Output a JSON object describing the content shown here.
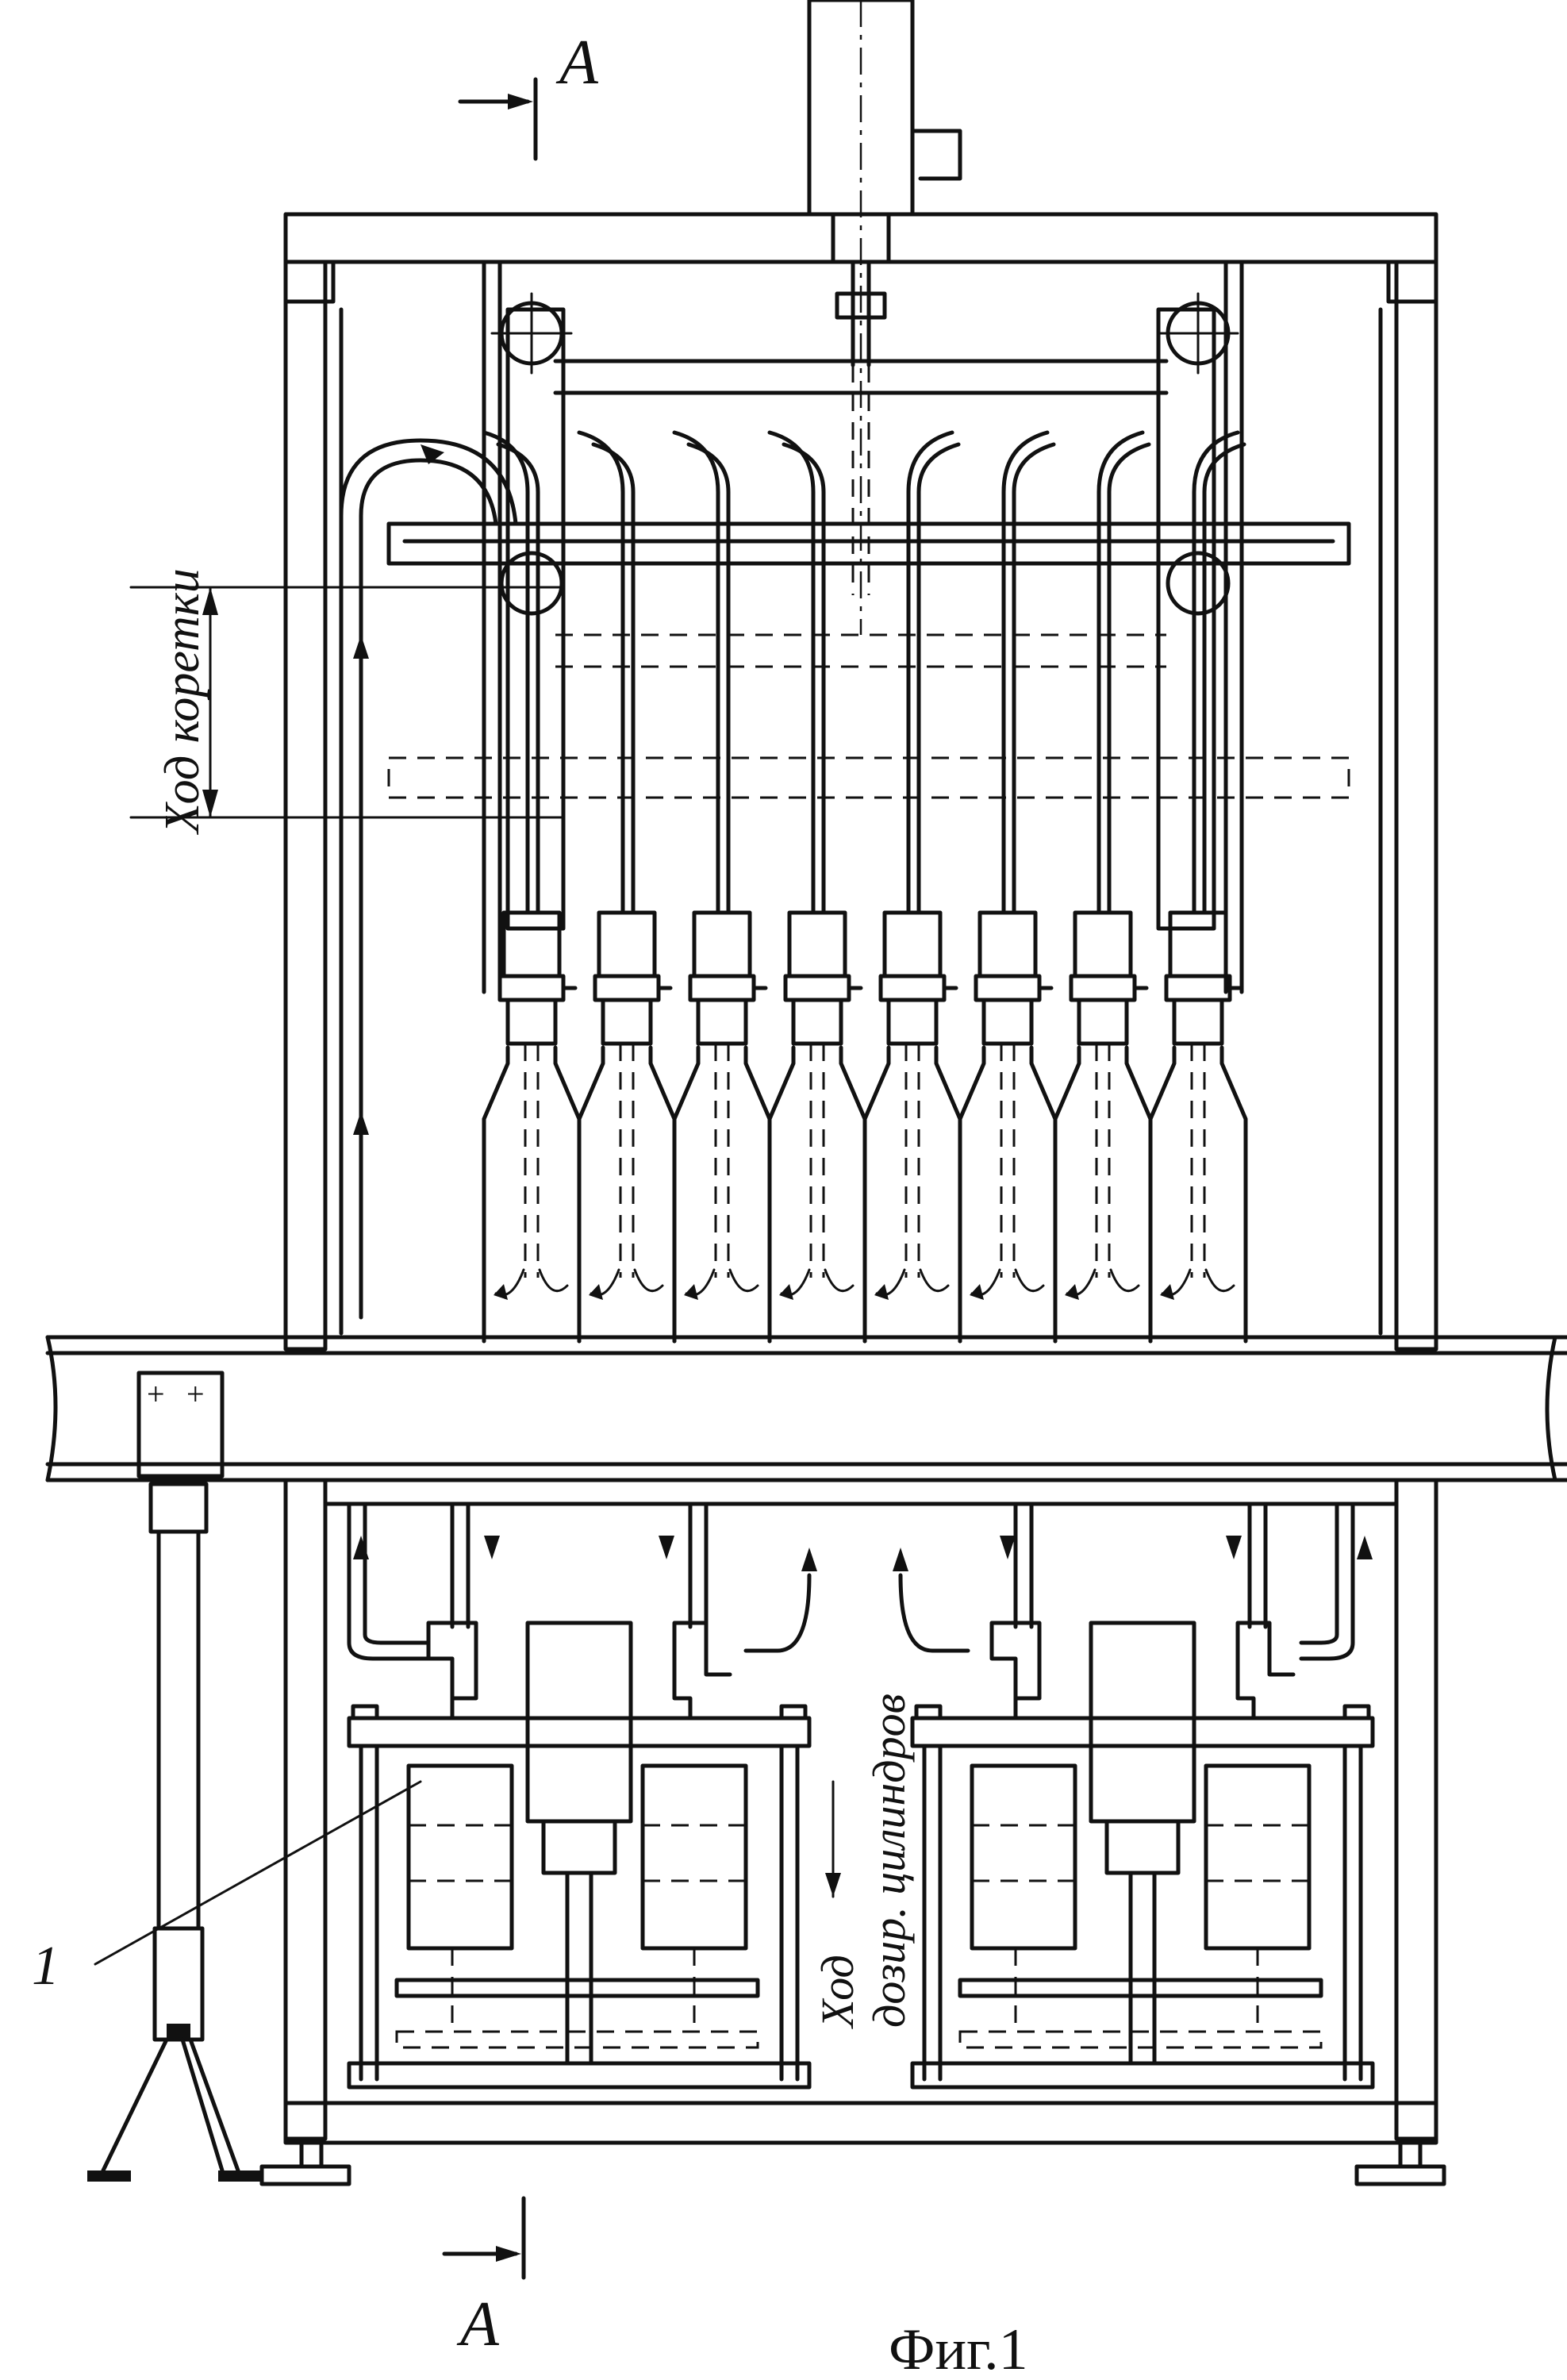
{
  "labels": {
    "section_top": "А",
    "section_bottom": "А",
    "carriage_travel": "Ход коретки",
    "dosing_travel_line1": "Ход",
    "dosing_travel_line2": "дозир. цилиндров",
    "callout_1": "1",
    "caption": "Фиг.1"
  },
  "elements": {
    "nozzle_count": 8,
    "bottle_count": 8,
    "dosing_unit_count": 2
  }
}
